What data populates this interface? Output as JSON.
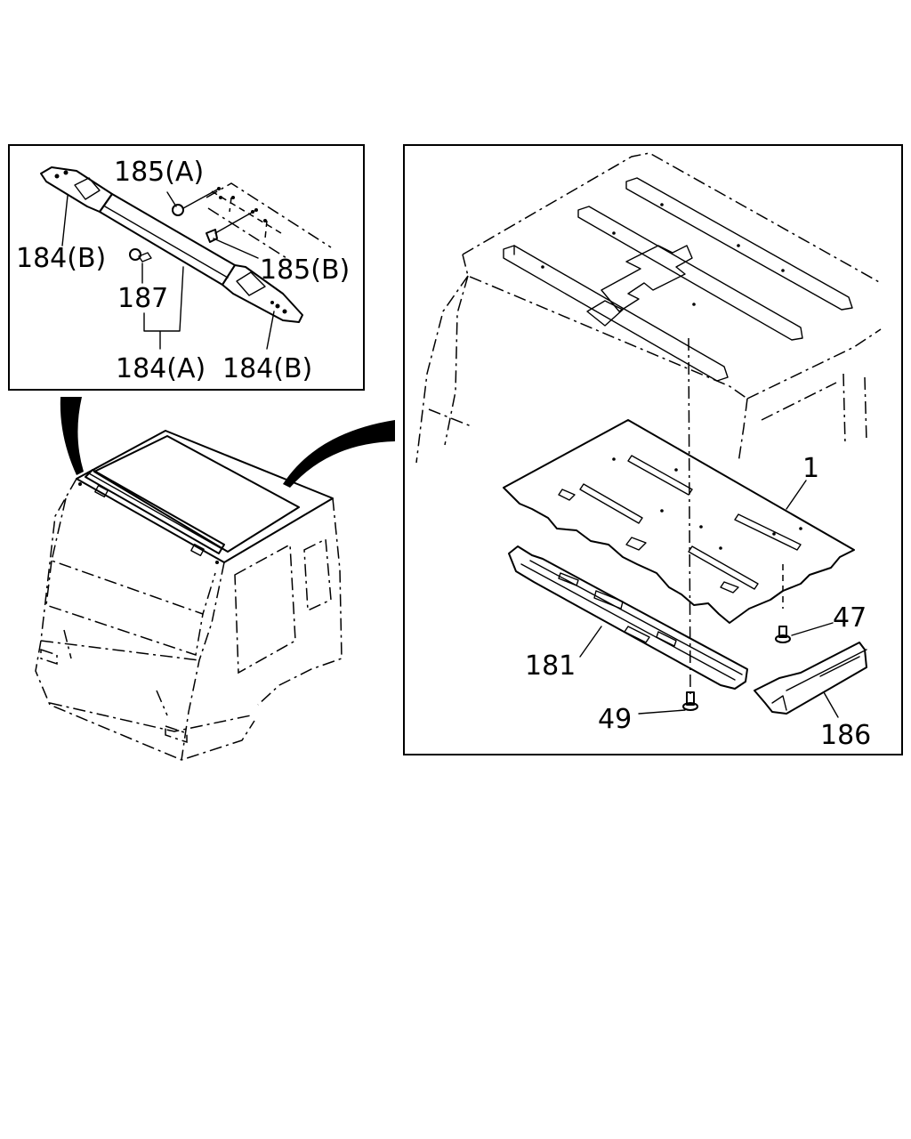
{
  "labels": {
    "p185a": "185(A)",
    "p185b": "185(B)",
    "p184b_left": "184(B)",
    "p187": "187",
    "p184a": "184(A)",
    "p184b_right": "184(B)",
    "p1": "1",
    "p47": "47",
    "p181": "181",
    "p49": "49",
    "p186": "186"
  }
}
